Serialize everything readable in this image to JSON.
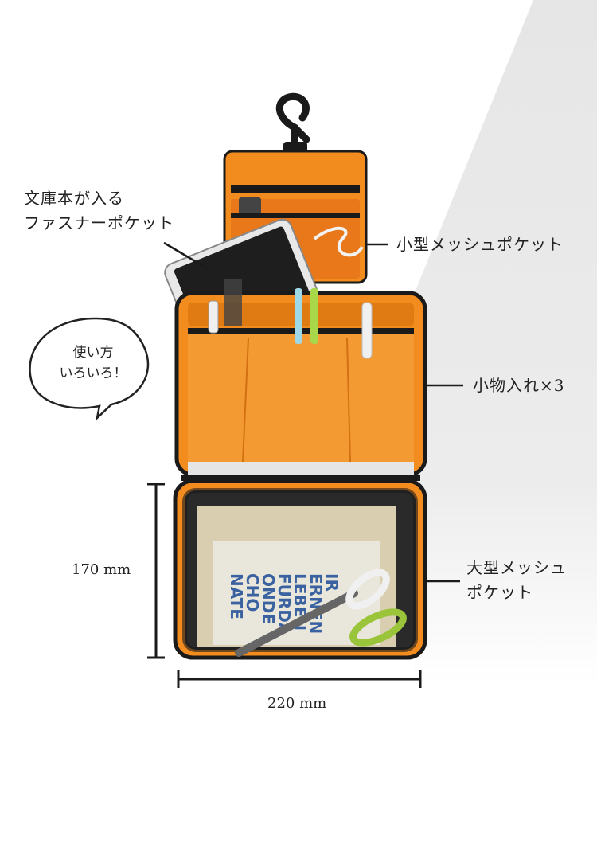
{
  "labels": {
    "zipper_pocket": {
      "line1": "文庫本が入る",
      "line2": "ファスナーポケット"
    },
    "small_mesh_pocket": "小型メッシュポケット",
    "accessory_pockets": "小物入れ×3",
    "large_mesh_pocket": {
      "line1": "大型メッシュ",
      "line2": "ポケット"
    }
  },
  "speech_bubble": {
    "line1": "使い方",
    "line2": "いろいろ！"
  },
  "dimensions": {
    "height": "170 mm",
    "width": "220 mm"
  },
  "colors": {
    "bag_orange": "#f28c1e",
    "bag_trim": "#1a1a1a",
    "background_shade": "#e6e6e6"
  },
  "book_cover_text": [
    "NATE",
    "CHO",
    "ONDE",
    "FURDA",
    "LEBEN",
    "ERNEN",
    "IR"
  ]
}
